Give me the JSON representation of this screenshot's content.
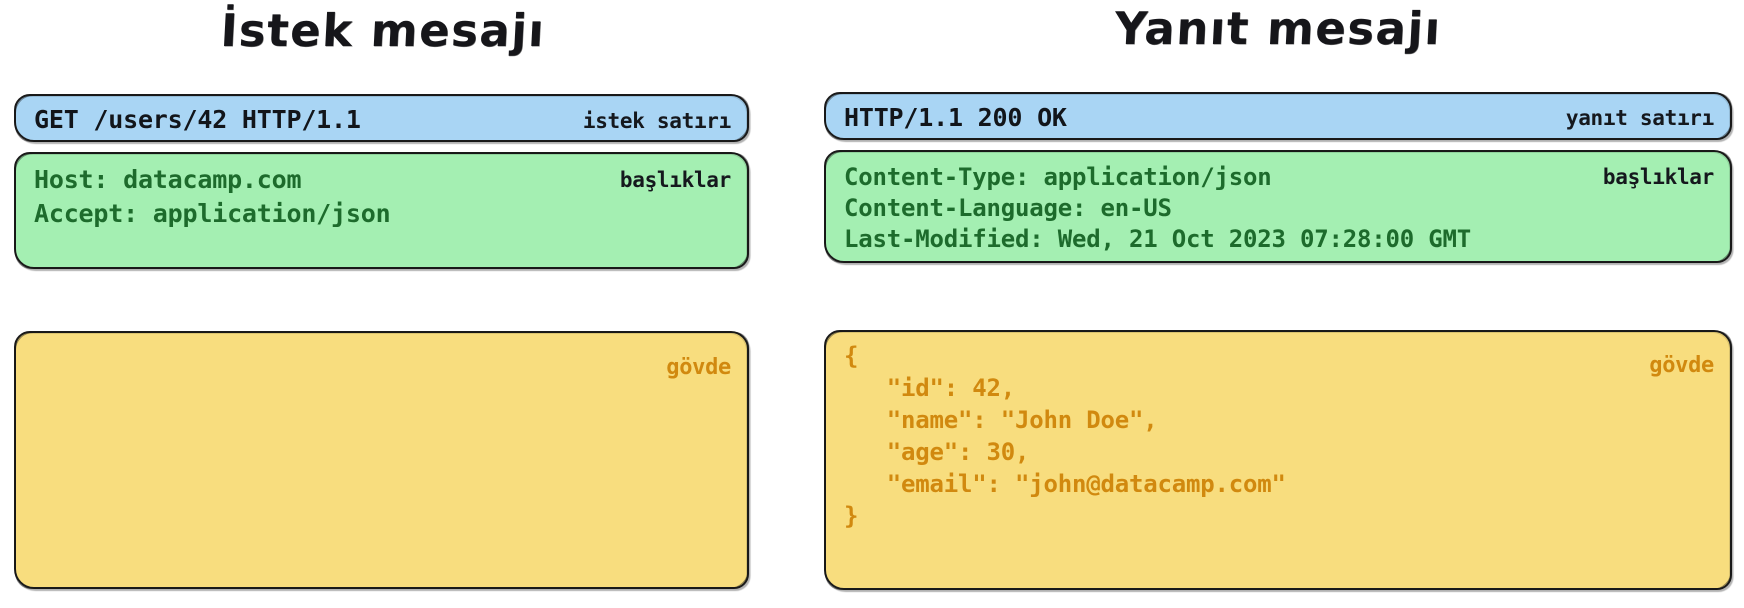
{
  "diagram": {
    "background_color": "#ffffff",
    "colors": {
      "start_line_box": "#a9d5f4",
      "headers_box": "#a4efb2",
      "body_box": "#f8dd7e",
      "outline": "#1a1a1a",
      "headers_text": "#1d6b2c",
      "body_text": "#d1890f",
      "start_line_text": "#12151a"
    },
    "panels": [
      {
        "id": "request",
        "title": "İstek mesajı",
        "sections": [
          {
            "id": "request-line",
            "tag": "istek satırı",
            "color": "#a9d5f4",
            "lines": [
              "GET /users/42 HTTP/1.1"
            ]
          },
          {
            "id": "request-headers",
            "tag": "başlıklar",
            "color": "#a4efb2",
            "lines": [
              "Host: datacamp.com",
              "Accept: application/json"
            ]
          },
          {
            "id": "request-body",
            "tag": "gövde",
            "color": "#f8dd7e",
            "lines": []
          }
        ]
      },
      {
        "id": "response",
        "title": "Yanıt mesajı",
        "sections": [
          {
            "id": "status-line",
            "tag": "yanıt satırı",
            "color": "#a9d5f4",
            "lines": [
              "HTTP/1.1 200 OK"
            ]
          },
          {
            "id": "response-headers",
            "tag": "başlıklar",
            "color": "#a4efb2",
            "lines": [
              "Content-Type: application/json",
              "Content-Language: en-US",
              "Last-Modified: Wed, 21 Oct 2023 07:28:00 GMT"
            ]
          },
          {
            "id": "response-body",
            "tag": "gövde",
            "color": "#f8dd7e",
            "lines": [
              "{",
              "   \"id\": 42,",
              "   \"name\": \"John Doe\",",
              "   \"age\": 30,",
              "   \"email\": \"john@datacamp.com\"",
              "}"
            ]
          }
        ]
      }
    ]
  },
  "text": {
    "request_title": "İstek mesajı",
    "response_title": "Yanıt mesajı",
    "request_line": "GET /users/42 HTTP/1.1",
    "request_line_tag": "istek satırı",
    "request_headers": "Host: datacamp.com\nAccept: application/json",
    "request_headers_tag": "başlıklar",
    "request_body": "",
    "request_body_tag": "gövde",
    "status_line": "HTTP/1.1 200 OK",
    "status_line_tag": "yanıt satırı",
    "response_headers": "Content-Type: application/json\nContent-Language: en-US\nLast-Modified: Wed, 21 Oct 2023 07:28:00 GMT",
    "response_headers_tag": "başlıklar",
    "response_body": "{\n   \"id\": 42,\n   \"name\": \"John Doe\",\n   \"age\": 30,\n   \"email\": \"john@datacamp.com\"\n}",
    "response_body_tag": "gövde"
  }
}
